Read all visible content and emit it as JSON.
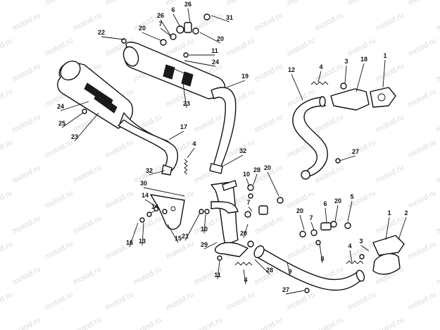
{
  "watermark": "motod.ru",
  "callouts": [
    "1",
    "2",
    "3",
    "4",
    "5",
    "6",
    "7",
    "8",
    "9",
    "10",
    "11",
    "12",
    "13",
    "14",
    "15",
    "16",
    "17",
    "18",
    "19",
    "20",
    "21",
    "22",
    "23",
    "24",
    "25",
    "26",
    "27",
    "28",
    "29",
    "30",
    "31",
    "32"
  ]
}
